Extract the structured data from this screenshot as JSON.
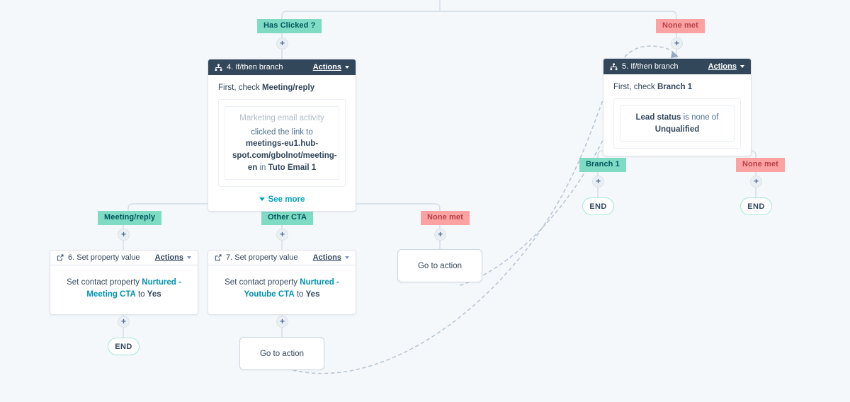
{
  "canvas": {
    "background": "#f5f8fa",
    "wire_color": "#cbd6e2",
    "dashed_color": "#b8c6d6"
  },
  "palette": {
    "header_bg": "#33475b",
    "green_pill_bg": "#7fdbc4",
    "green_pill_text": "#00565c",
    "red_pill_bg": "#fca2a2",
    "red_pill_text": "#b5424b",
    "link": "#00a4bd",
    "end_border": "#a8e6d8"
  },
  "branch_labels": {
    "has_clicked": "Has Clicked ?",
    "none_met_top": "None met",
    "meeting_reply": "Meeting/reply",
    "other_cta": "Other CTA",
    "none_met_mid": "None met",
    "branch_1": "Branch 1",
    "none_met_right": "None met"
  },
  "plus_button": {
    "glyph": "+",
    "label": "add-step"
  },
  "cards": {
    "card4": {
      "icon": "branch-icon",
      "title": "4. If/then branch",
      "actions_label": "Actions",
      "first_check_prefix": "First, check ",
      "first_check_name": "Meeting/reply",
      "criteria": {
        "muted_line": "Marketing email activity",
        "line_prefix": "clicked the link to ",
        "link_text": "meetings-eu1.hub-spot.com/gbolnot/meeting-en",
        "line_mid": " in ",
        "email_name": "Tuto Email 1"
      },
      "see_more_label": "See more"
    },
    "card5": {
      "icon": "branch-icon",
      "title": "5. If/then branch",
      "actions_label": "Actions",
      "first_check_prefix": "First, check ",
      "first_check_name": "Branch 1",
      "criteria": {
        "property": "Lead status",
        "operator": " is none of ",
        "value": "Unqualified"
      }
    },
    "card6": {
      "icon": "set-property-icon",
      "title": "6. Set property value",
      "actions_label": "Actions",
      "body_prefix": "Set contact property ",
      "property": "Nurtured - Meeting CTA",
      "body_mid": " to ",
      "value": "Yes"
    },
    "card7": {
      "icon": "set-property-icon",
      "title": "7. Set property value",
      "actions_label": "Actions",
      "body_prefix": "Set contact property ",
      "property": "Nurtured - Youtube CTA",
      "body_mid": " to ",
      "value": "Yes"
    }
  },
  "goto_nodes": {
    "middle": "Go to action",
    "bottom": "Go to action"
  },
  "end_nodes": {
    "left": "END",
    "branch1": "END",
    "none_met": "END"
  }
}
